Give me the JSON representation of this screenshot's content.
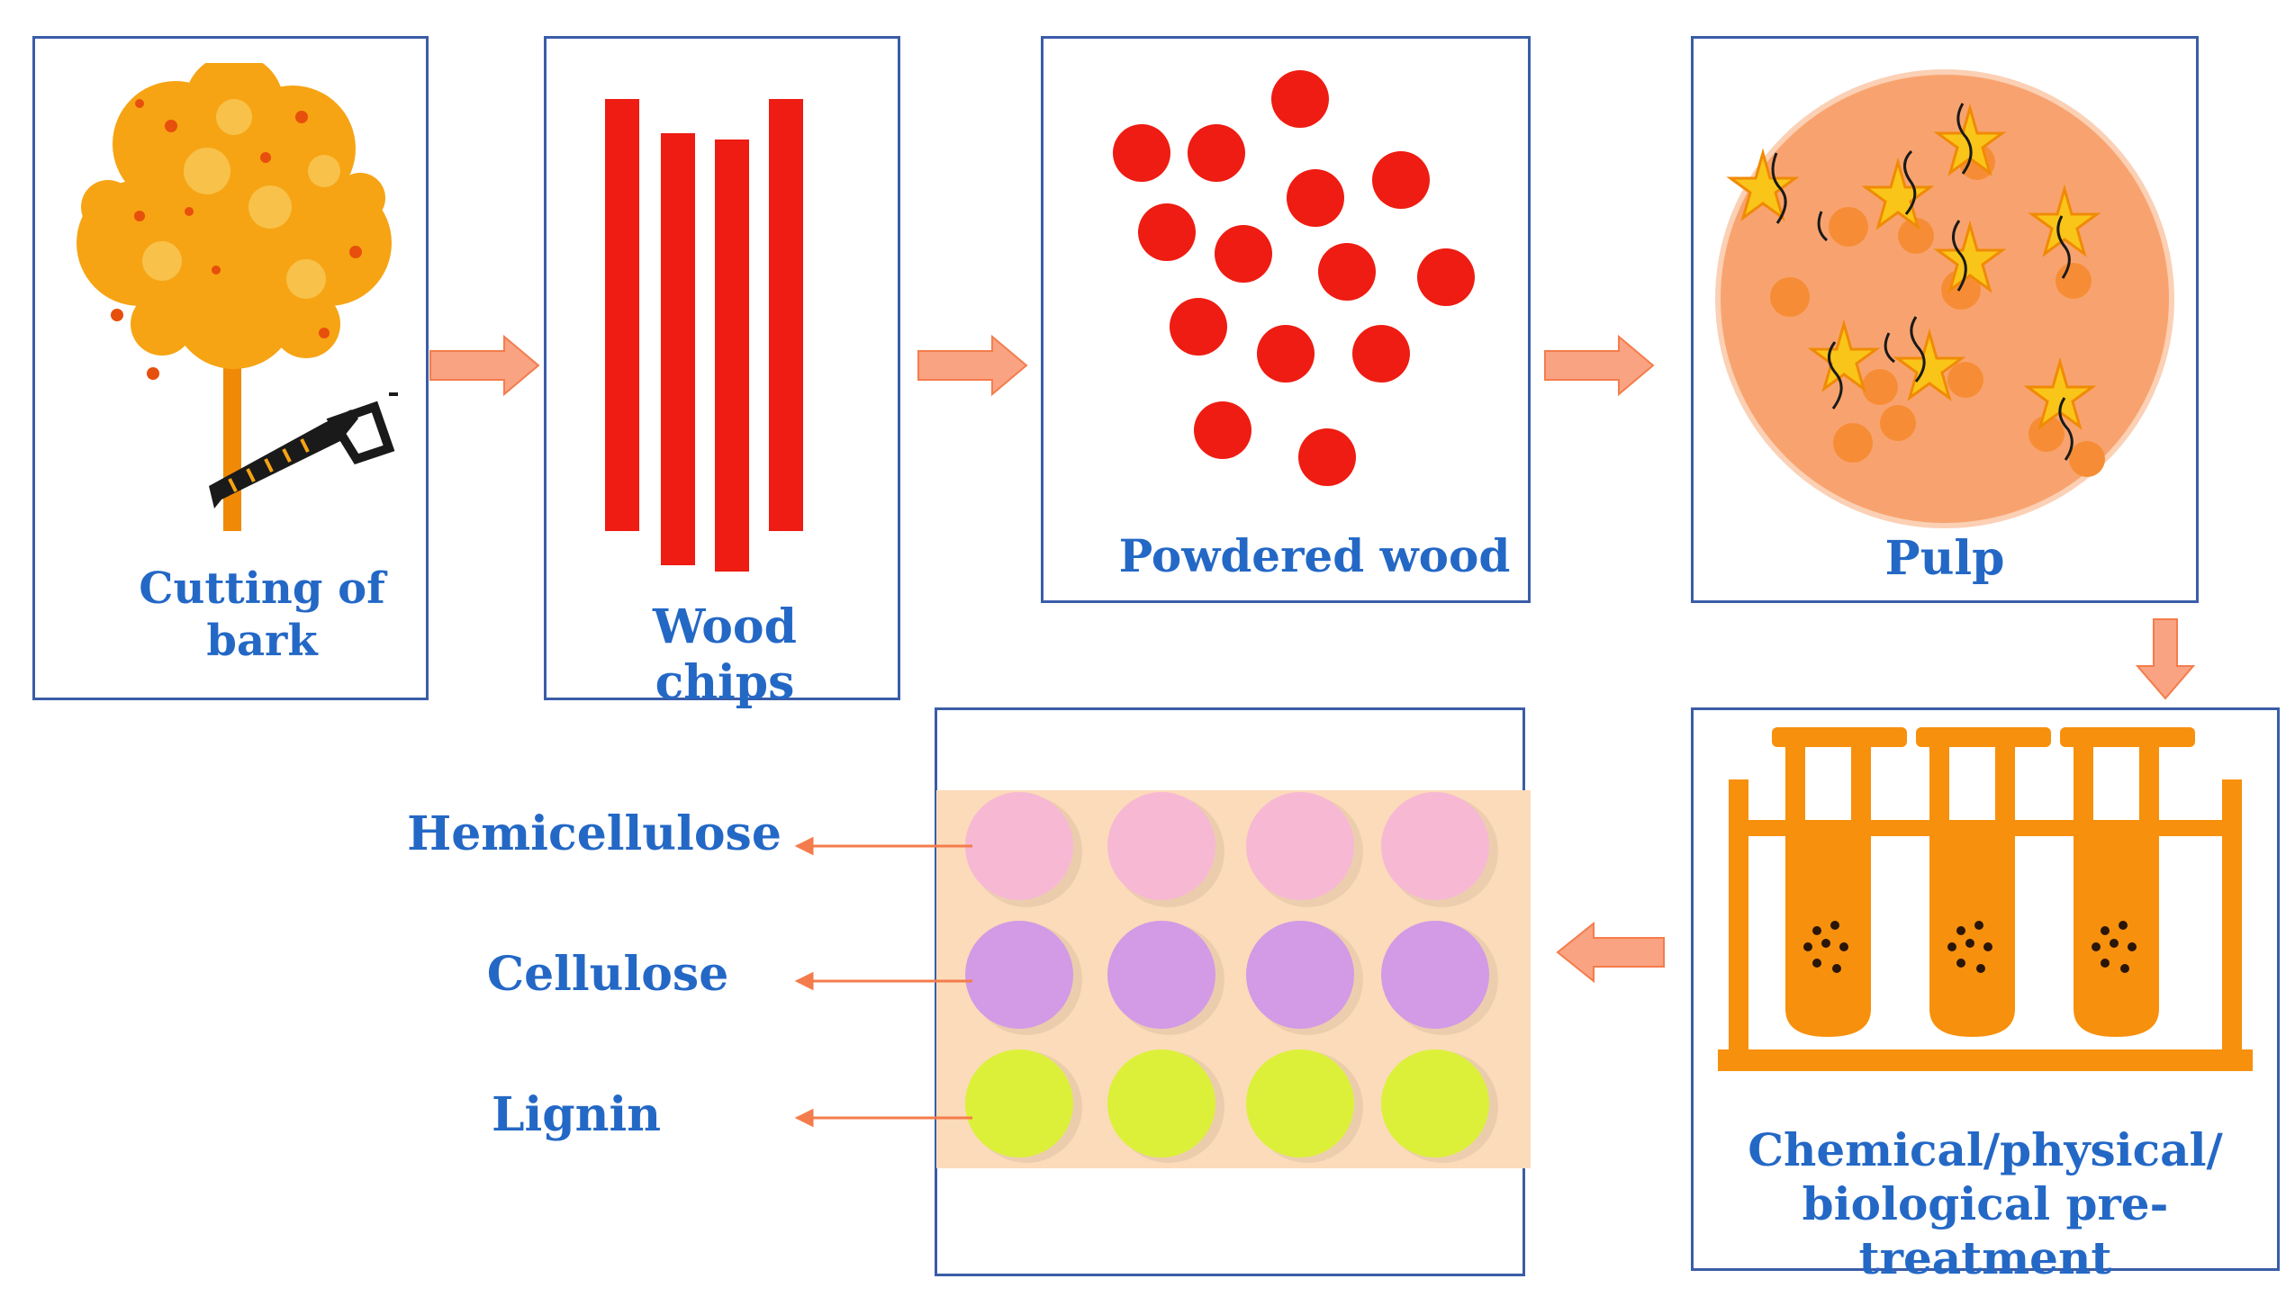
{
  "steps": {
    "cutting": {
      "label_line1": "Cutting of",
      "label_line2": "bark"
    },
    "chips": {
      "label": "Wood chips"
    },
    "powder": {
      "label": "Powdered wood"
    },
    "pulp": {
      "label": "Pulp"
    },
    "pretreat": {
      "label_line1": "Chemical/physical/",
      "label_line2": "biological pre-treatment"
    }
  },
  "fractions": [
    {
      "label": "Hemicellulose",
      "color": "#f7b8d4"
    },
    {
      "label": "Cellulose",
      "color": "#d39ae6"
    },
    {
      "label": "Lignin",
      "color": "#dcf03a"
    }
  ],
  "colors": {
    "box_border": "#3a5da8",
    "label_text": "#2468c6",
    "flow_arrow": "#f9a382",
    "wood_red": "#ee1c12",
    "tree_orange": "#f6a414",
    "pulp_fill": "#f8a36f",
    "tube_orange": "#f7900d",
    "tray_fill": "#fbdbb9"
  }
}
